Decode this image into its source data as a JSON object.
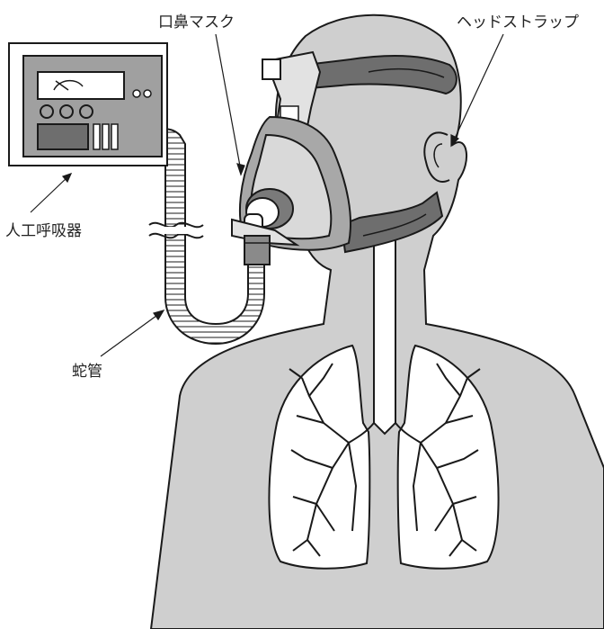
{
  "labels": {
    "mask": "口鼻マスク",
    "strap": "ヘッドストラップ",
    "ventilator": "人工呼吸器",
    "tube": "蛇管"
  },
  "colors": {
    "background": "#ffffff",
    "silhouette": "#cfcfcf",
    "outline": "#1a1a1a",
    "strap": "#6e6e6e",
    "mask_frame": "#d9d9d9",
    "lungs": "#ffffff"
  },
  "icons": {
    "ventilator": "ventilator-device-icon",
    "gauge": "analog-gauge-icon"
  }
}
